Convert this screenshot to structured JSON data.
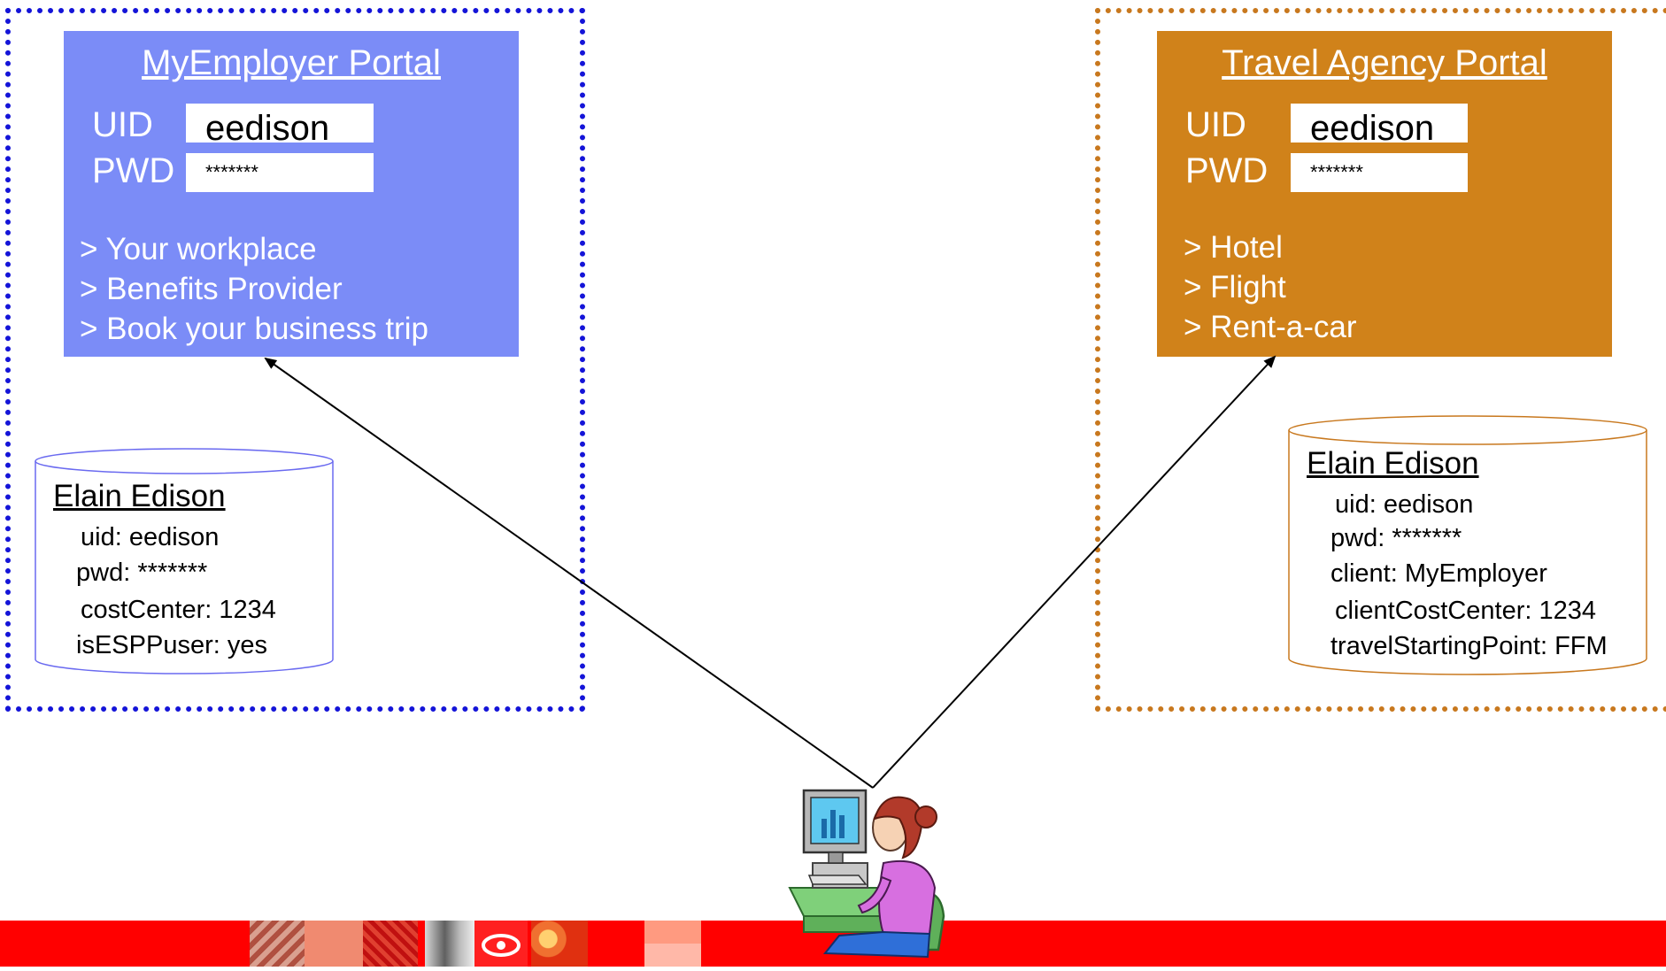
{
  "left_portal": {
    "title": "MyEmployer Portal",
    "uid_label": "UID",
    "uid_value": "eedison",
    "pwd_label": "PWD",
    "pwd_value": "*******",
    "menu": [
      "> Your workplace",
      "> Benefits Provider",
      "> Book your business trip"
    ]
  },
  "left_directory": {
    "title": "Elain Edison",
    "rows": [
      "uid: eedison",
      "pwd: *******",
      "costCenter: 1234",
      "isESPPuser: yes"
    ]
  },
  "right_portal": {
    "title": "Travel Agency Portal",
    "uid_label": "UID",
    "uid_value": "eedison",
    "pwd_label": "PWD",
    "pwd_value": "*******",
    "menu": [
      "> Hotel",
      "> Flight",
      "> Rent-a-car"
    ]
  },
  "right_directory": {
    "title": "Elain Edison",
    "rows": [
      "uid: eedison",
      "pwd: *******",
      "client: MyEmployer",
      "clientCostCenter: 1234",
      "travelStartingPoint: FFM"
    ]
  },
  "colors": {
    "left_domain_border": "#1414d8",
    "left_portal_bg": "#7b8cf7",
    "right_domain_border": "#c8781e",
    "right_portal_bg": "#d0821a",
    "footer_bar": "#ff0000"
  }
}
